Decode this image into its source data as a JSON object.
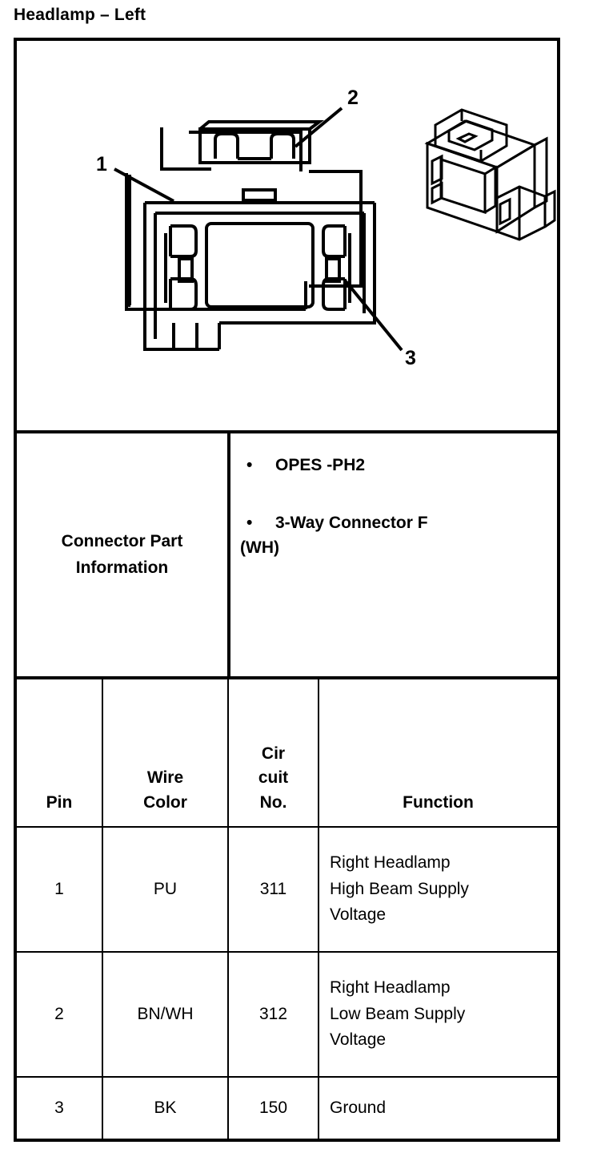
{
  "page": {
    "title": "Headlamp – Left"
  },
  "illustration": {
    "front_view_name": "connector-front-view",
    "iso_view_name": "connector-isometric-view",
    "callouts": [
      {
        "id": "1",
        "label": "1"
      },
      {
        "id": "2",
        "label": "2"
      },
      {
        "id": "3",
        "label": "3"
      }
    ]
  },
  "part_info": {
    "label": "Connector Part Information",
    "label_line1": "Connector Part",
    "label_line2": "Information",
    "bullet_char": "•",
    "items": [
      {
        "text": "OPES -PH2",
        "continuation": ""
      },
      {
        "text": "3-Way Connector F",
        "continuation": "(WH)"
      }
    ]
  },
  "pin_table": {
    "headers": {
      "pin": "Pin",
      "wire_color_line1": "Wire",
      "wire_color_line2": "Color",
      "circuit_line1": "Cir",
      "circuit_line2": "cuit",
      "circuit_line3": "No.",
      "function": "Function"
    },
    "rows": [
      {
        "pin": "1",
        "wire_color": "PU",
        "circuit_no": "311",
        "function_line1": "Right Headlamp",
        "function_line2": "High Beam Supply",
        "function_line3": "Voltage"
      },
      {
        "pin": "2",
        "wire_color": "BN/WH",
        "circuit_no": "312",
        "function_line1": "Right Headlamp",
        "function_line2": "Low Beam Supply",
        "function_line3": "Voltage"
      },
      {
        "pin": "3",
        "wire_color": "BK",
        "circuit_no": "150",
        "function_line1": "Ground",
        "function_line2": "",
        "function_line3": ""
      }
    ]
  },
  "colors": {
    "ink": "#000000",
    "paper": "#ffffff"
  }
}
